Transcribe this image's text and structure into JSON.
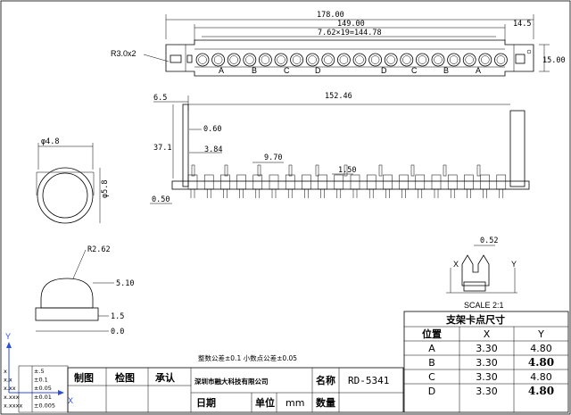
{
  "top_view": {
    "overall_width": "178.00",
    "inner_width": "149.00",
    "right_offset": "14.5",
    "pitch_total": "7.62×19=144.78",
    "corner_radius": "R3.0x2",
    "height": "15.00",
    "group_labels": [
      "A",
      "B",
      "C",
      "D",
      "D",
      "C",
      "B",
      "A"
    ]
  },
  "side_view": {
    "edge_offset": "6.5",
    "span": "152.46",
    "clearance": "0.60",
    "height": "37.1",
    "gap": "3.84",
    "pin_length": "9.70",
    "pin_width": "1.50",
    "bottom": "0.50"
  },
  "round_view": {
    "diameter": "φ4.8",
    "side_diameter": "φ5.8"
  },
  "cap_view": {
    "radius": "R2.62",
    "height": "5.10",
    "step": "1.5",
    "base": "0.0"
  },
  "detail_view": {
    "width": "0.52",
    "x_label": "X",
    "y_label": "Y",
    "scale": "SCALE 2:1"
  },
  "axis_marker": {
    "y": "Y",
    "x": "X"
  },
  "tolerance_table": {
    "rows": [
      {
        "k": "x",
        "v": "±.5"
      },
      {
        "k": "x.x",
        "v": "±0.1"
      },
      {
        "k": "x.xx",
        "v": "±0.05"
      },
      {
        "k": "x.xxx",
        "v": "±0.01"
      },
      {
        "k": "x.xxxx",
        "v": "±0.005"
      }
    ]
  },
  "tolerance_note": "整数公差±0.1 小数点公差±0.05",
  "title_block": {
    "draw": "制图",
    "check": "检图",
    "approve": "承认",
    "company": "深圳市融大科技有限公司",
    "name_label": "名称",
    "name_value": "RD-5341",
    "date_label": "日期",
    "unit_label": "单位",
    "unit_value": "mm",
    "qty_label": "数量"
  },
  "spec_table": {
    "title": "支架卡点尺寸",
    "headers": [
      "位置",
      "X",
      "Y"
    ],
    "rows": [
      {
        "pos": "A",
        "x": "3.30",
        "y": "4.80",
        "bold": false
      },
      {
        "pos": "B",
        "x": "3.30",
        "y": "4.80",
        "bold": true
      },
      {
        "pos": "C",
        "x": "3.30",
        "y": "4.80",
        "bold": false
      },
      {
        "pos": "D",
        "x": "3.30",
        "y": "4.80",
        "bold": true
      }
    ]
  }
}
